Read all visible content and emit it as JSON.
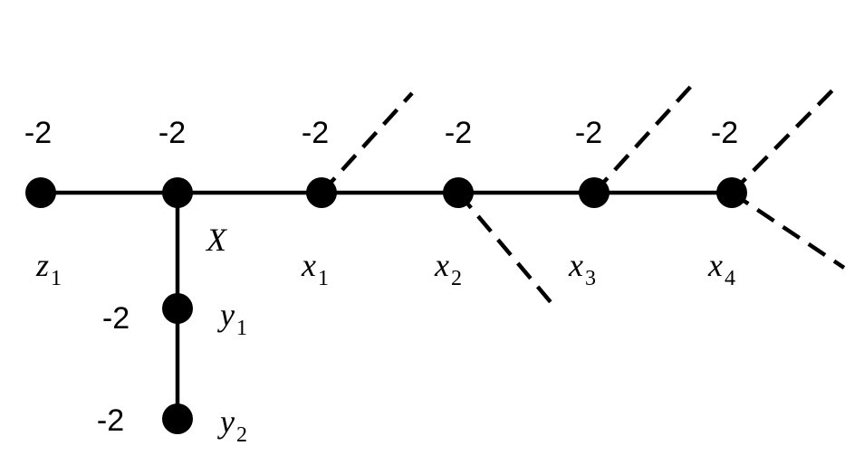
{
  "vertices": [
    {
      "id": "z1",
      "weight": "-2",
      "label": "z",
      "sub": "1"
    },
    {
      "id": "X",
      "weight": "-2",
      "label": "X",
      "sub": ""
    },
    {
      "id": "x1",
      "weight": "-2",
      "label": "x",
      "sub": "1"
    },
    {
      "id": "x2",
      "weight": "-2",
      "label": "x",
      "sub": "2"
    },
    {
      "id": "x3",
      "weight": "-2",
      "label": "x",
      "sub": "3"
    },
    {
      "id": "x4",
      "weight": "-2",
      "label": "x",
      "sub": "4"
    },
    {
      "id": "y1",
      "weight": "-2",
      "label": "y",
      "sub": "1"
    },
    {
      "id": "y2",
      "weight": "-2",
      "label": "y",
      "sub": "2"
    }
  ],
  "edges": [
    {
      "from": "z1",
      "to": "X"
    },
    {
      "from": "X",
      "to": "x1"
    },
    {
      "from": "x1",
      "to": "x2"
    },
    {
      "from": "x2",
      "to": "x3"
    },
    {
      "from": "x3",
      "to": "x4"
    },
    {
      "from": "X",
      "to": "y1"
    },
    {
      "from": "y1",
      "to": "y2"
    }
  ],
  "dashed_edges": [
    {
      "from": "x1",
      "direction": "up-right"
    },
    {
      "from": "x2",
      "direction": "down-right"
    },
    {
      "from": "x3",
      "direction": "up-right"
    },
    {
      "from": "x4",
      "direction": "up-right"
    },
    {
      "from": "x4",
      "direction": "down-right"
    }
  ]
}
